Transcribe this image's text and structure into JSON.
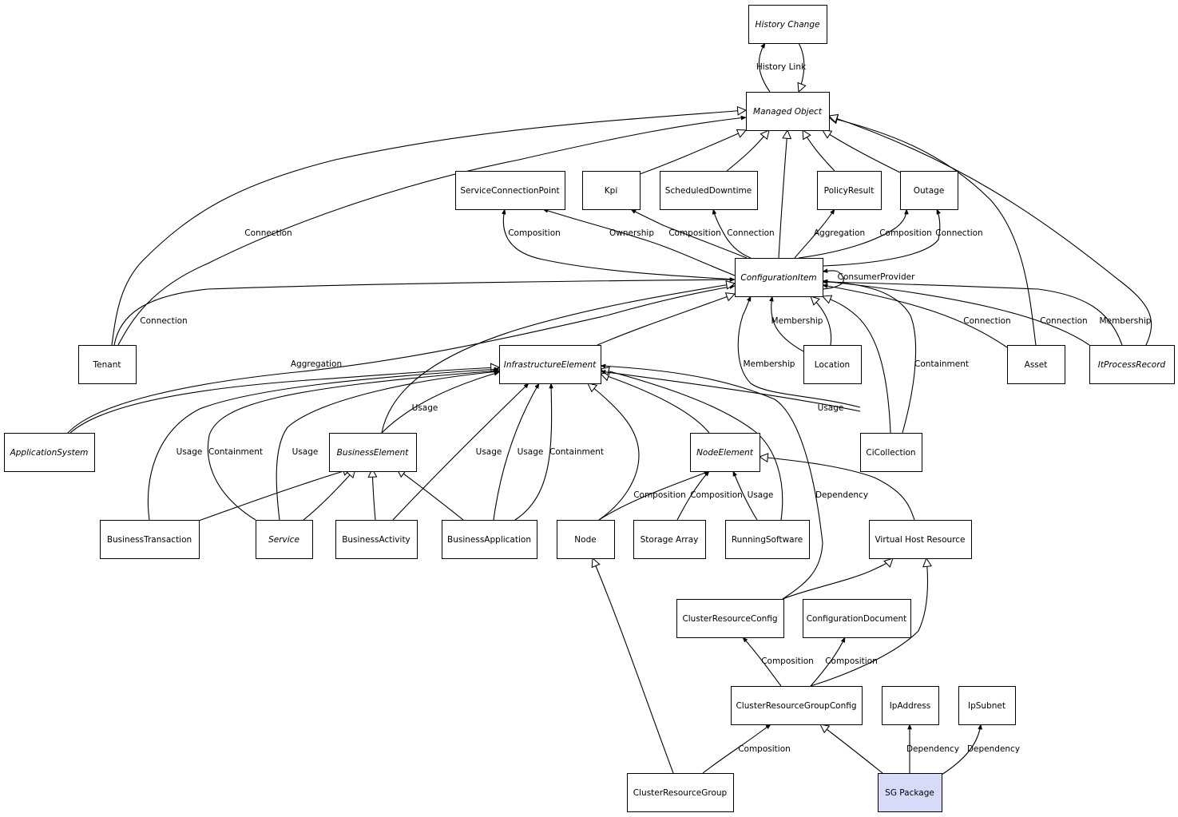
{
  "nodes": {
    "history_change": {
      "label": "History Change",
      "abstract": true
    },
    "managed_object": {
      "label": "Managed Object",
      "abstract": true
    },
    "service_connection_point": {
      "label": "ServiceConnectionPoint"
    },
    "kpi": {
      "label": "Kpi"
    },
    "scheduled_downtime": {
      "label": "ScheduledDowntime"
    },
    "policy_result": {
      "label": "PolicyResult"
    },
    "outage": {
      "label": "Outage"
    },
    "configuration_item": {
      "label": "ConfigurationItem",
      "abstract": true
    },
    "tenant": {
      "label": "Tenant"
    },
    "infrastructure_element": {
      "label": "InfrastructureElement",
      "abstract": true
    },
    "location": {
      "label": "Location"
    },
    "asset": {
      "label": "Asset"
    },
    "it_process_record": {
      "label": "ItProcessRecord",
      "abstract": true
    },
    "application_system": {
      "label": "ApplicationSystem",
      "abstract": true
    },
    "business_element": {
      "label": "BusinessElement",
      "abstract": true
    },
    "node_element": {
      "label": "NodeElement",
      "abstract": true
    },
    "ci_collection": {
      "label": "CiCollection"
    },
    "business_transaction": {
      "label": "BusinessTransaction"
    },
    "service": {
      "label": "Service",
      "abstract": true
    },
    "business_activity": {
      "label": "BusinessActivity"
    },
    "business_application": {
      "label": "BusinessApplication"
    },
    "node": {
      "label": "Node"
    },
    "storage_array": {
      "label": "Storage Array"
    },
    "running_software": {
      "label": "RunningSoftware"
    },
    "virtual_host_resource": {
      "label": "Virtual Host Resource"
    },
    "cluster_resource_config": {
      "label": "ClusterResourceConfig"
    },
    "configuration_document": {
      "label": "ConfigurationDocument"
    },
    "cluster_resource_group_config": {
      "label": "ClusterResourceGroupConfig"
    },
    "ip_address": {
      "label": "IpAddress"
    },
    "ip_subnet": {
      "label": "IpSubnet"
    },
    "cluster_resource_group": {
      "label": "ClusterResourceGroup"
    },
    "sg_package": {
      "label": "SG Package",
      "highlight": true
    }
  },
  "edges": [
    {
      "id": "e1",
      "from": "managed_object",
      "to": "history_change",
      "kind": "association",
      "label": "History Link"
    },
    {
      "id": "e2",
      "from": "history_change",
      "to": "managed_object",
      "kind": "inheritance",
      "label": ""
    },
    {
      "id": "e3",
      "from": "tenant",
      "to": "managed_object",
      "kind": "inheritance",
      "label": ""
    },
    {
      "id": "e4",
      "from": "tenant",
      "to": "managed_object",
      "kind": "association",
      "label": "Connection"
    },
    {
      "id": "e5",
      "from": "kpi",
      "to": "managed_object",
      "kind": "inheritance",
      "label": ""
    },
    {
      "id": "e6",
      "from": "scheduled_downtime",
      "to": "managed_object",
      "kind": "inheritance",
      "label": ""
    },
    {
      "id": "e7",
      "from": "configuration_item",
      "to": "managed_object",
      "kind": "inheritance",
      "label": ""
    },
    {
      "id": "e8",
      "from": "policy_result",
      "to": "managed_object",
      "kind": "inheritance",
      "label": ""
    },
    {
      "id": "e9",
      "from": "outage",
      "to": "managed_object",
      "kind": "inheritance",
      "label": ""
    },
    {
      "id": "e10",
      "from": "asset",
      "to": "managed_object",
      "kind": "inheritance",
      "label": ""
    },
    {
      "id": "e11",
      "from": "it_process_record",
      "to": "managed_object",
      "kind": "inheritance",
      "label": ""
    },
    {
      "id": "e12",
      "from": "configuration_item",
      "to": "service_connection_point",
      "kind": "association",
      "label": "Composition"
    },
    {
      "id": "e13",
      "from": "configuration_item",
      "to": "service_connection_point",
      "kind": "association",
      "label": "Ownership"
    },
    {
      "id": "e14",
      "from": "configuration_item",
      "to": "kpi",
      "kind": "association",
      "label": "Composition"
    },
    {
      "id": "e15",
      "from": "configuration_item",
      "to": "scheduled_downtime",
      "kind": "association",
      "label": "Connection"
    },
    {
      "id": "e16",
      "from": "configuration_item",
      "to": "policy_result",
      "kind": "association",
      "label": "Aggregation"
    },
    {
      "id": "e17",
      "from": "configuration_item",
      "to": "outage",
      "kind": "association",
      "label": "Composition"
    },
    {
      "id": "e18",
      "from": "configuration_item",
      "to": "outage",
      "kind": "association",
      "label": "Connection"
    },
    {
      "id": "e19",
      "from": "configuration_item",
      "to": "configuration_item",
      "kind": "association",
      "label": "ConsumerProvider"
    },
    {
      "id": "e20",
      "from": "tenant",
      "to": "configuration_item",
      "kind": "association",
      "label": "Connection"
    },
    {
      "id": "e21",
      "from": "application_system",
      "to": "configuration_item",
      "kind": "association",
      "label": "Aggregation"
    },
    {
      "id": "e22",
      "from": "infrastructure_element",
      "to": "configuration_item",
      "kind": "inheritance",
      "label": ""
    },
    {
      "id": "e23",
      "from": "business_element",
      "to": "configuration_item",
      "kind": "inheritance",
      "label": ""
    },
    {
      "id": "e24",
      "from": "location",
      "to": "configuration_item",
      "kind": "association",
      "label": "Membership"
    },
    {
      "id": "e25",
      "from": "location",
      "to": "configuration_item",
      "kind": "inheritance",
      "label": ""
    },
    {
      "id": "e26",
      "from": "ci_collection",
      "to": "configuration_item",
      "kind": "association",
      "label": "Membership"
    },
    {
      "id": "e27",
      "from": "ci_collection",
      "to": "configuration_item",
      "kind": "inheritance",
      "label": ""
    },
    {
      "id": "e28",
      "from": "ci_collection",
      "to": "configuration_item",
      "kind": "association",
      "label": "Containment"
    },
    {
      "id": "e29",
      "from": "asset",
      "to": "configuration_item",
      "kind": "association",
      "label": "Connection"
    },
    {
      "id": "e30",
      "from": "it_process_record",
      "to": "configuration_item",
      "kind": "association",
      "label": "Connection"
    },
    {
      "id": "e31",
      "from": "it_process_record",
      "to": "configuration_item",
      "kind": "association",
      "label": "Membership"
    },
    {
      "id": "e32",
      "from": "application_system",
      "to": "infrastructure_element",
      "kind": "inheritance",
      "label": ""
    },
    {
      "id": "e33",
      "from": "business_transaction",
      "to": "infrastructure_element",
      "kind": "association",
      "label": "Usage"
    },
    {
      "id": "e34",
      "from": "service",
      "to": "infrastructure_element",
      "kind": "association",
      "label": "Containment"
    },
    {
      "id": "e35",
      "from": "service",
      "to": "infrastructure_element",
      "kind": "association",
      "label": "Usage"
    },
    {
      "id": "e36",
      "from": "business_element",
      "to": "infrastructure_element",
      "kind": "association",
      "label": "Usage"
    },
    {
      "id": "e37",
      "from": "business_activity",
      "to": "infrastructure_element",
      "kind": "association",
      "label": "Usage"
    },
    {
      "id": "e38",
      "from": "business_application",
      "to": "infrastructure_element",
      "kind": "association",
      "label": "Usage"
    },
    {
      "id": "e39",
      "from": "business_application",
      "to": "infrastructure_element",
      "kind": "association",
      "label": "Containment"
    },
    {
      "id": "e40",
      "from": "node",
      "to": "infrastructure_element",
      "kind": "inheritance",
      "label": ""
    },
    {
      "id": "e41",
      "from": "node_element",
      "to": "infrastructure_element",
      "kind": "inheritance",
      "label": ""
    },
    {
      "id": "e42",
      "from": "running_software",
      "to": "infrastructure_element",
      "kind": "inheritance",
      "label": ""
    },
    {
      "id": "e43",
      "from": "ci_collection",
      "to": "infrastructure_element",
      "kind": "association",
      "label": "Usage"
    },
    {
      "id": "e44",
      "from": "cluster_resource_config",
      "to": "infrastructure_element",
      "kind": "association",
      "label": "Dependency"
    },
    {
      "id": "e45",
      "from": "business_transaction",
      "to": "business_element",
      "kind": "inheritance",
      "label": ""
    },
    {
      "id": "e46",
      "from": "service",
      "to": "business_element",
      "kind": "inheritance",
      "label": ""
    },
    {
      "id": "e47",
      "from": "business_activity",
      "to": "business_element",
      "kind": "inheritance",
      "label": ""
    },
    {
      "id": "e48",
      "from": "business_application",
      "to": "business_element",
      "kind": "inheritance",
      "label": ""
    },
    {
      "id": "e49",
      "from": "node",
      "to": "node_element",
      "kind": "association",
      "label": "Composition"
    },
    {
      "id": "e50",
      "from": "storage_array",
      "to": "node_element",
      "kind": "association",
      "label": "Composition"
    },
    {
      "id": "e51",
      "from": "running_software",
      "to": "node_element",
      "kind": "association",
      "label": "Usage"
    },
    {
      "id": "e52",
      "from": "virtual_host_resource",
      "to": "node_element",
      "kind": "inheritance",
      "label": ""
    },
    {
      "id": "e53",
      "from": "cluster_resource_config",
      "to": "virtual_host_resource",
      "kind": "inheritance",
      "label": ""
    },
    {
      "id": "e54",
      "from": "cluster_resource_group_config",
      "to": "virtual_host_resource",
      "kind": "inheritance",
      "label": ""
    },
    {
      "id": "e55",
      "from": "cluster_resource_group_config",
      "to": "cluster_resource_config",
      "kind": "association",
      "label": "Composition"
    },
    {
      "id": "e56",
      "from": "cluster_resource_group_config",
      "to": "configuration_document",
      "kind": "association",
      "label": "Composition"
    },
    {
      "id": "e57",
      "from": "cluster_resource_group",
      "to": "node",
      "kind": "inheritance",
      "label": ""
    },
    {
      "id": "e58",
      "from": "cluster_resource_group",
      "to": "cluster_resource_group_config",
      "kind": "association",
      "label": "Composition"
    },
    {
      "id": "e59",
      "from": "sg_package",
      "to": "cluster_resource_group_config",
      "kind": "inheritance",
      "label": ""
    },
    {
      "id": "e60",
      "from": "sg_package",
      "to": "ip_address",
      "kind": "association",
      "label": "Dependency"
    },
    {
      "id": "e61",
      "from": "sg_package",
      "to": "ip_subnet",
      "kind": "association",
      "label": "Dependency"
    }
  ],
  "colors": {
    "line": "#000000",
    "box_fill": "#ffffff",
    "highlight_fill": "#d8dbf8"
  }
}
